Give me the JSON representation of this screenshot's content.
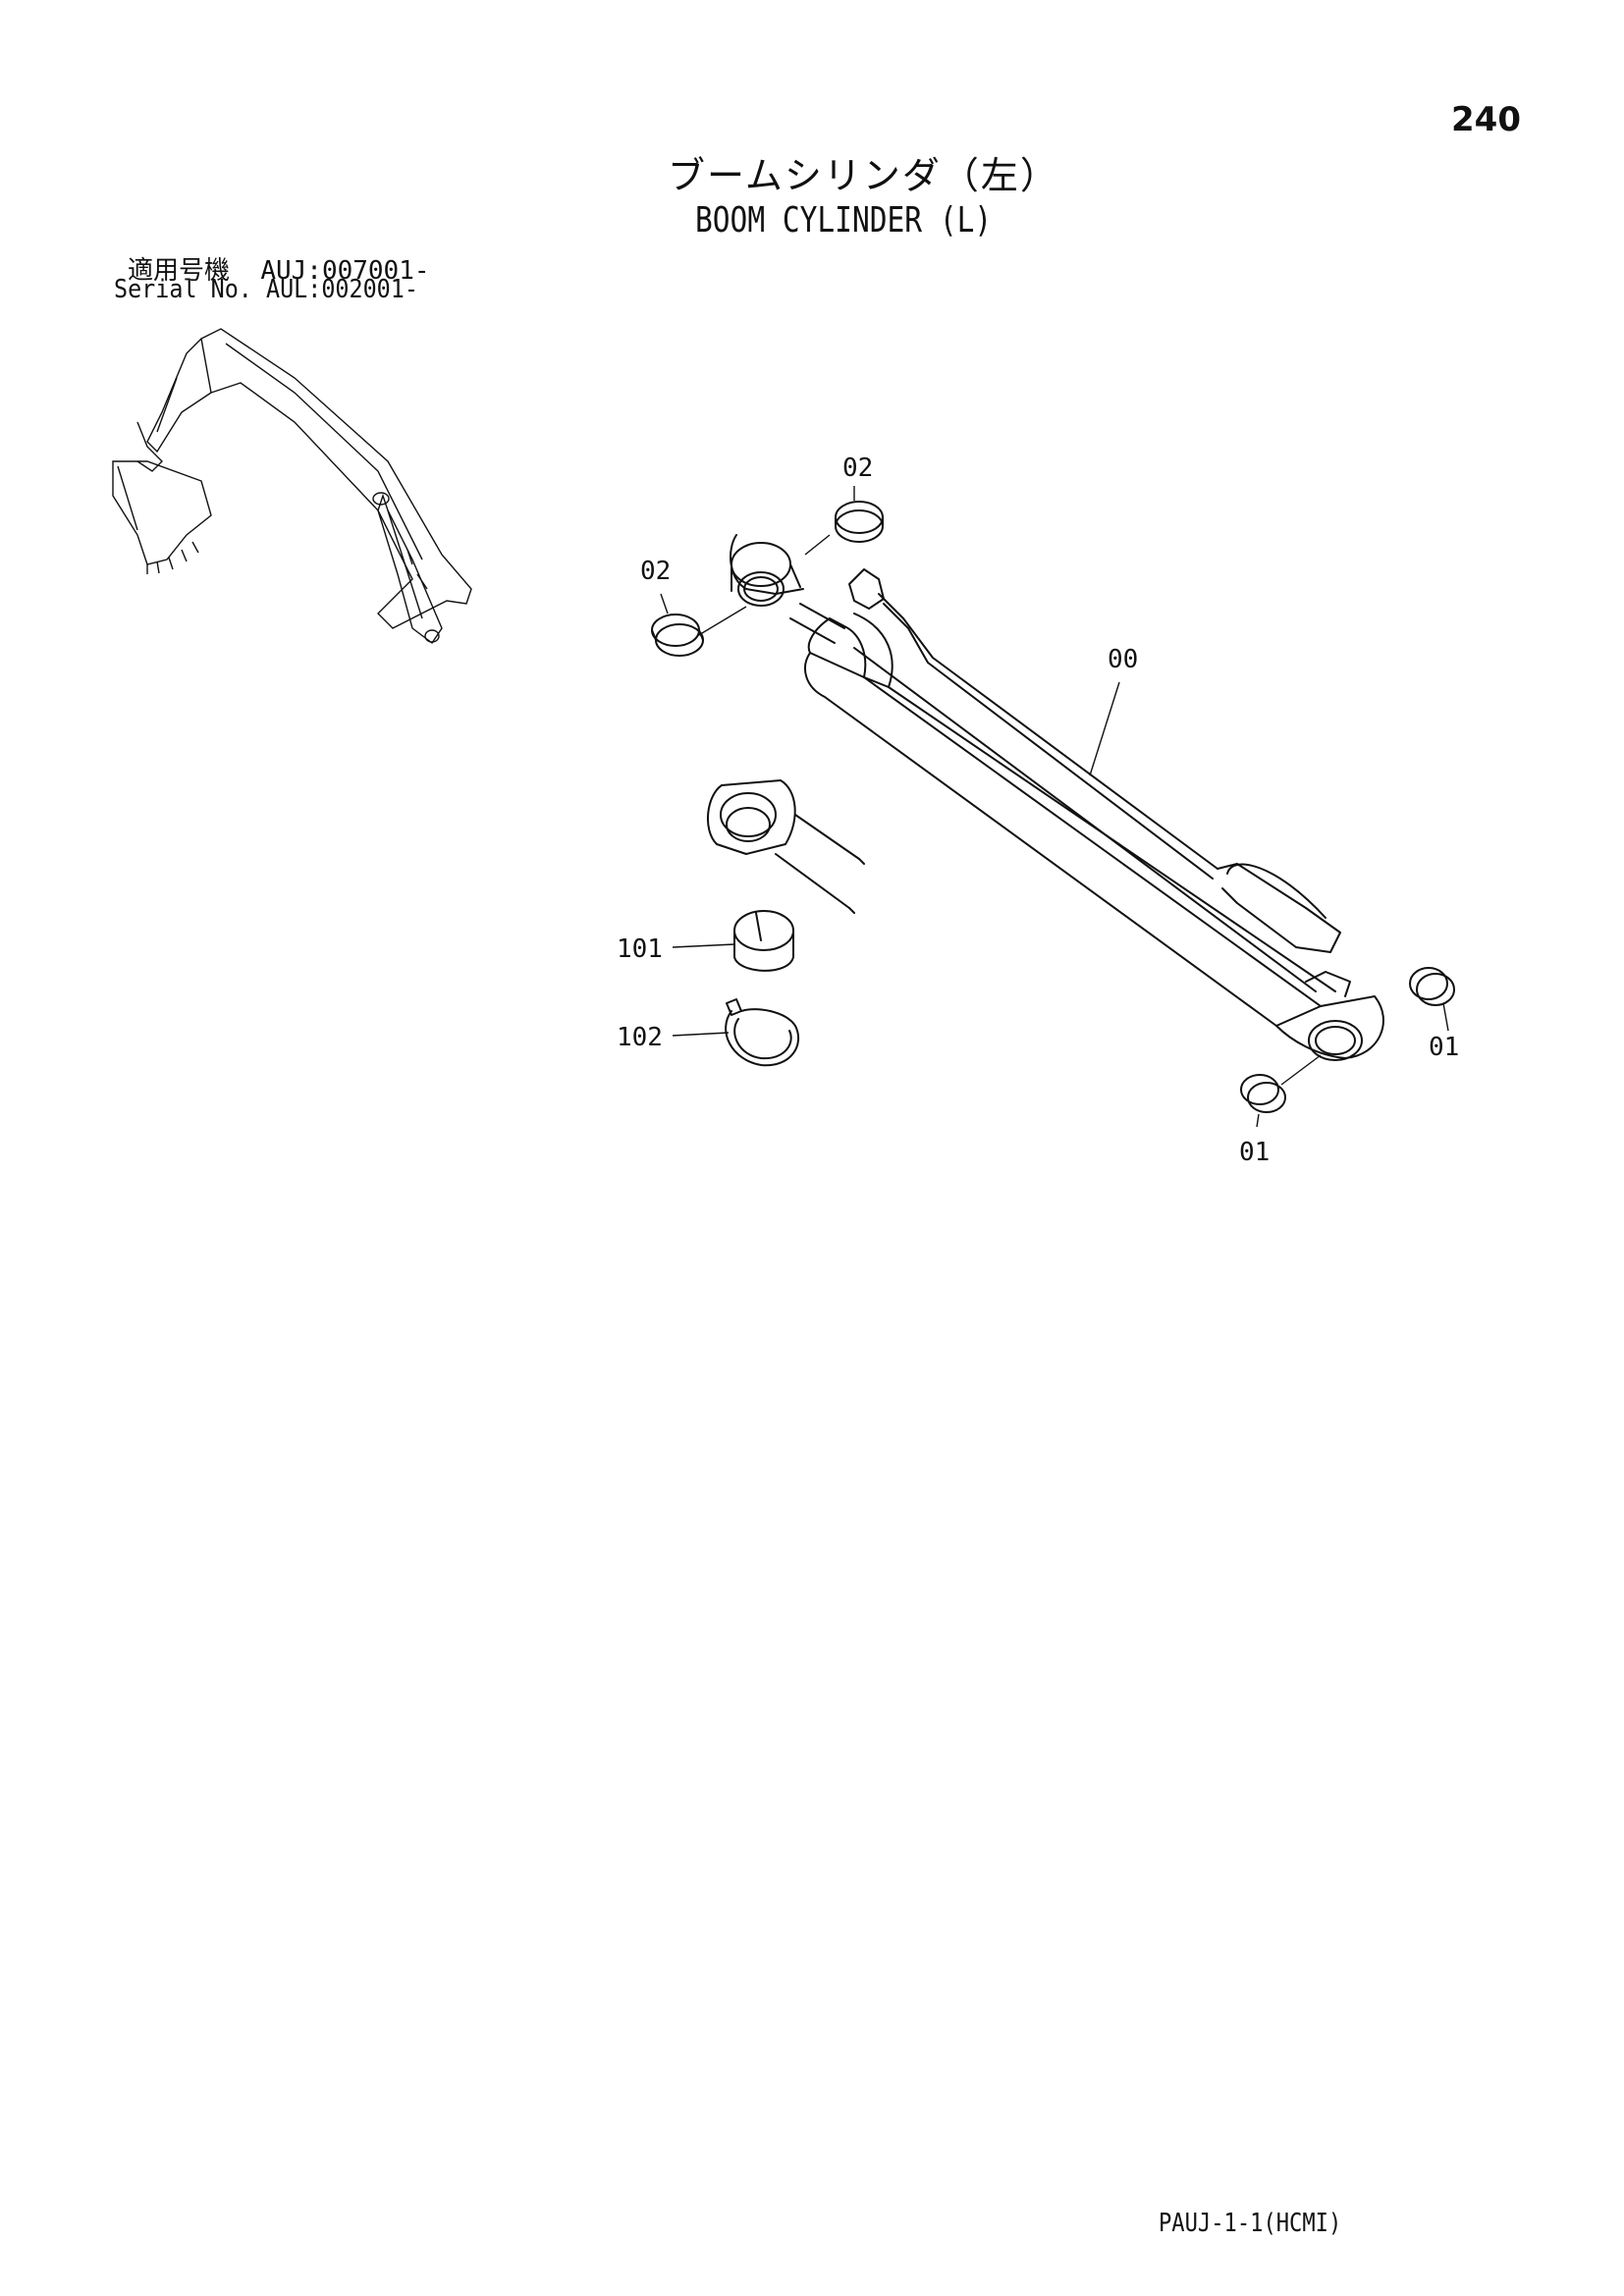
{
  "page_number": "240",
  "title_ja": "ブームシリンダ（左）",
  "title_en": "BOOM CYLINDER (L)",
  "applicability": {
    "ja_label": "適用号機",
    "ja_value": "AUJ:007001-",
    "en_label": "Serial No.",
    "en_value": "AUL:002001-"
  },
  "callouts": {
    "c00": "00",
    "c01a": "01",
    "c01b": "01",
    "c02a": "02",
    "c02b": "02",
    "c101": "101",
    "c102": "102"
  },
  "footer": "PAUJ-1-1(HCMI)"
}
